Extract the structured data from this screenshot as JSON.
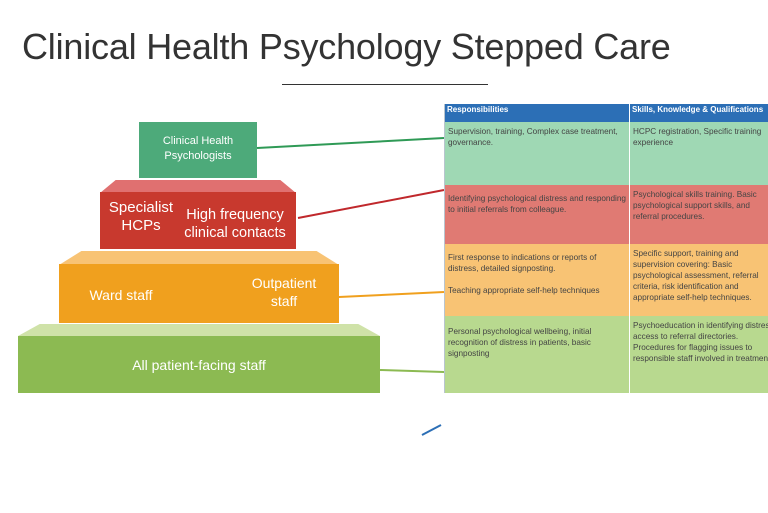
{
  "title": "Clinical Health Psychology Stepped Care",
  "pyramid": {
    "tier1": {
      "line1": "Clinical Health",
      "line2": "Psychologists",
      "color": "#4daa7a"
    },
    "tier2": {
      "left_line1": "Specialist",
      "left_line2": "HCPs",
      "right_line1": "High frequency",
      "right_line2": "clinical contacts",
      "color": "#c8392e"
    },
    "tier3": {
      "left": "Ward staff",
      "right_line1": "Outpatient",
      "right_line2": "staff",
      "color": "#f0a01e"
    },
    "tier4": {
      "label": "All patient-facing staff",
      "color": "#8cba52"
    }
  },
  "table": {
    "headers": [
      "Responsibilities",
      "Skills, Knowledge & Qualifications"
    ],
    "header_color": "#2c6fb6",
    "rows": [
      {
        "color": "#9fd8b4",
        "responsibilities": [
          "Supervision, training, Complex case treatment, governance."
        ],
        "skills": "HCPC registration, Specific training experience"
      },
      {
        "color": "#e07a73",
        "responsibilities": [
          "Identifying psychological distress and responding to initial referrals from colleague."
        ],
        "skills": "Psychological skills training. Basic psychological support skills, and referral procedures."
      },
      {
        "color": "#f8c374",
        "responsibilities": [
          "First response to indications or reports of distress, detailed signposting.",
          "Teaching appropriate self-help techniques"
        ],
        "skills": "Specific support, training and supervision covering: Basic psychological assessment, referral criteria, risk identification and appropriate self-help techniques."
      },
      {
        "color": "#b8d98f",
        "responsibilities": [
          "Personal psychological wellbeing, initial recognition of distress in patients, basic signposting"
        ],
        "skills": "Psychoeducation in identifying distress, access to referral directories. Procedures for flagging issues to responsible staff involved in treatment."
      }
    ]
  }
}
